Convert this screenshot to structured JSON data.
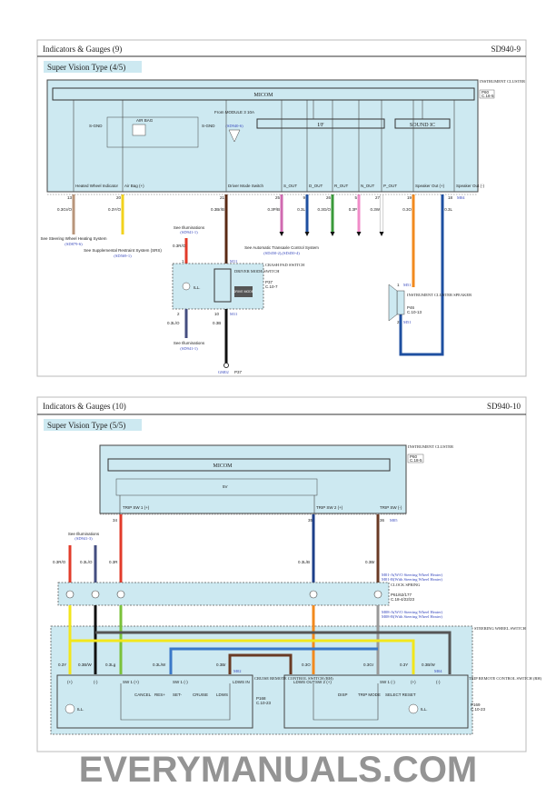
{
  "top": {
    "title": "Indicators & Gauges (9)",
    "code": "SD940-9",
    "section": "Super Vision Type (4/5)",
    "cluster_label": "INSTRUMENT CLUSTER",
    "cluster_ref1": "P60",
    "cluster_ref2": "C.18-5",
    "micom": "MICOM",
    "if": "I/F",
    "sound": "SOUND IC",
    "airbag": "AIR BAG",
    "sgnd": "S-GND",
    "from": "From MODULE 3 10A",
    "from_ref": "(SD940-6)",
    "pins": [
      {
        "name": "Heated Wheel Indicator",
        "pin": "13",
        "wire": "0.3Gr/O",
        "color": "#b8957a",
        "note": "See Steering Wheel Heating System",
        "ref": "(SD879-6)"
      },
      {
        "name": "Air Bag (+)",
        "pin": "20",
        "wire": "0.3Y/O",
        "color": "#f2d21c",
        "note": "See Supplemental Restraint System (SRS)",
        "ref": "(SD569-1)"
      },
      {
        "name": "Driver Mode Switch",
        "pin": "21",
        "wire": "0.3Br/B",
        "color": "#5a2a14"
      },
      {
        "name": "S_OUT",
        "pin": "25",
        "wire": "0.3P/B",
        "color": "#d06ab0"
      },
      {
        "name": "D_OUT",
        "pin": "9",
        "wire": "0.3L",
        "color": "#1e4fa0"
      },
      {
        "name": "R_OUT",
        "pin": "26",
        "wire": "0.3G/O",
        "color": "#3a9a3a"
      },
      {
        "name": "N_OUT",
        "pin": "5",
        "wire": "0.3P",
        "color": "#f08cc8"
      },
      {
        "name": "P_OUT",
        "pin": "27",
        "wire": "0.3W",
        "color": "#ffffff"
      },
      {
        "name": "Speaker Out (+)",
        "pin": "19",
        "wire": "0.3O",
        "color": "#f28a1e"
      },
      {
        "name": "Speaker Out (-)",
        "pin": "18",
        "wire": "0.3L",
        "color": "#1e4fa0",
        "conn": "M04"
      }
    ],
    "atcs_note": "See Automatic Transaxle Control System",
    "atcs_ref": "(SD450-2),(SD450-4)",
    "illum1": "See Illuminations",
    "illum1_ref": "(SD941-1)",
    "illum_wire_top": "0.3R/O",
    "illum_wire_bot": "0.3L/O",
    "crash_label": "CRASH PAD SWITCH",
    "crash_ref1": "P37",
    "crash_ref2": "C.10-7",
    "dms_label": "DRIVER MODE SWITCH",
    "drive_mode": "DRIVE MODE",
    "ill": "ILL.",
    "m11": "M11",
    "pin1": "1",
    "pin4": "4",
    "pin2": "2",
    "pin10": "10",
    "gnd_wire": "0.3B",
    "gnd": "GM02",
    "gnd_ref": "P37",
    "speaker_label": "INSTRUMENT CLUSTER SPEAKER",
    "speaker_ref1": "P46",
    "speaker_ref2": "C.10-13",
    "m51": "M51",
    "sp1": "1",
    "sp2": "2"
  },
  "bottom": {
    "title": "Indicators & Gauges (10)",
    "code": "SD940-10",
    "section": "Super Vision Type (5/5)",
    "cluster_label": "INSTRUMENT CLUSTER",
    "cluster_ref1": "P60",
    "cluster_ref2": "C.18-5",
    "micom": "MICOM",
    "v5": "5V",
    "trip1": "TRIP SW 1 (+)",
    "trip2": "TRIP SW 2 (+)",
    "tripm": "TRIP SW (-)",
    "p34": "34",
    "p35": "35",
    "p36": "36",
    "m05": "M05",
    "illum": "See Illuminations",
    "illum_ref": "(SD941-3)",
    "w_ro": "0.3R/O",
    "w_lo": "0.3L/O",
    "w_r": "0.3R",
    "w_lb": "0.3L/B",
    "w_br": "0.3Br",
    "m01a": "M01-A(W/O Steering Wheel Heater)",
    "m01b": "M01-B(With Steering Wheel Heater)",
    "m08a": "M08-A(W/O Steering Wheel Heater)",
    "m08b": "M08-B(With Steering Wheel Heater)",
    "clock_label": "CLOCK SPRING",
    "clock_ref1": "P61/62/177",
    "clock_ref2": "C.18-4/22/23",
    "sws_label": "STEERING WHEEL SWITCH",
    "w_y": "0.3Y",
    "w_bw": "0.3B/W",
    "w_lg": "0.3Lg",
    "w_lw": "0.3L/W",
    "w_o": "0.3O",
    "w_gr": "0.3Gr",
    "cruise_label": "CRUISE REMOTE CONTROL SWITCH (RH)",
    "cruise_ref1": "P168",
    "cruise_ref2": "C.10-23",
    "trip_label": "TRIP REMOTE CONTROL SWITCH (RH)",
    "trip_ref1": "P169",
    "trip_ref2": "C.10-23",
    "m02": "M02",
    "m04": "M04",
    "c_plus": "(+)",
    "c_minus": "(-)",
    "sw1p": "SW 1 (+)",
    "sw1m": "SW 1 (-)",
    "ldws_in": "LDWS IN",
    "ldws_out": "LDWS OUT",
    "sw2p": "SW 2 (+)",
    "buttons": [
      "CANCEL",
      "RES+",
      "SET-",
      "CRUISE",
      "LDWS"
    ],
    "trip_buttons": [
      "DISP",
      "TRIP MODE",
      "SELECT RESET"
    ],
    "ill": "ILL.",
    "watermark": "EVERYMANUALS.COM"
  }
}
